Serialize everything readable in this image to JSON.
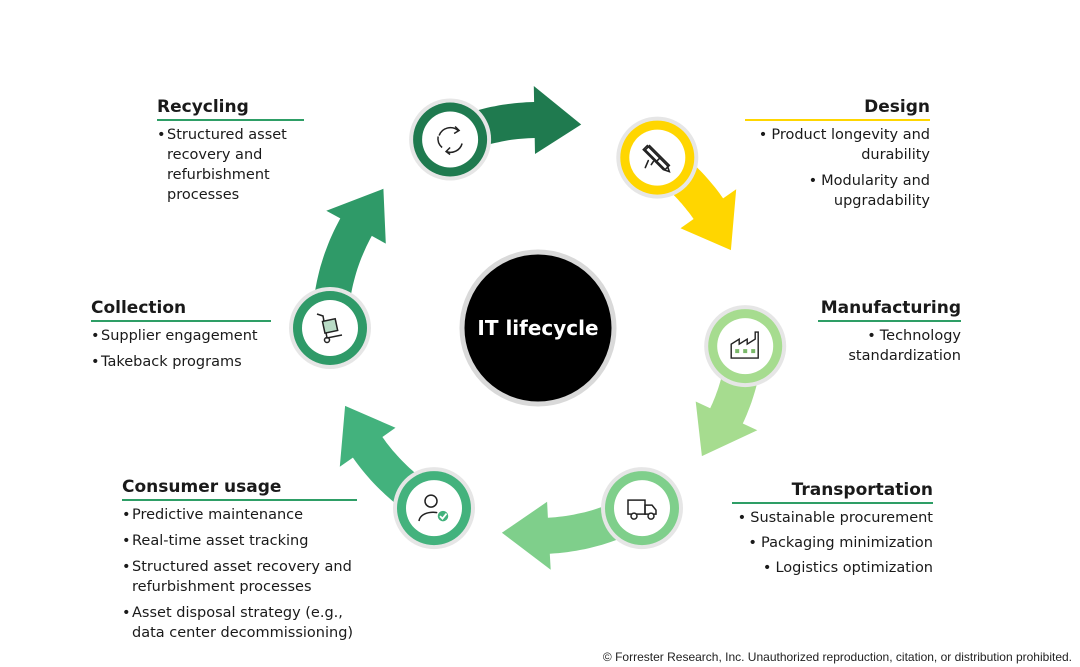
{
  "center_title": "IT lifecycle",
  "colors": {
    "design": "#ffd600",
    "manufacturing": "#a6dc8f",
    "transportation": "#7fcf8b",
    "consumer": "#43b27d",
    "collection": "#2f9a68",
    "recycling": "#1f7a4f",
    "center": "#000000"
  },
  "stages": [
    {
      "id": "design",
      "title": "Design",
      "icon": "pencil-ruler-icon",
      "bullets": [
        "Product longevity and durability",
        "Modularity and upgradability"
      ]
    },
    {
      "id": "manufacturing",
      "title": "Manufacturing",
      "icon": "factory-icon",
      "bullets": [
        "Technology standardization"
      ]
    },
    {
      "id": "transportation",
      "title": "Transportation",
      "icon": "truck-icon",
      "bullets": [
        "Sustainable procurement",
        "Packaging minimization",
        "Logistics optimization"
      ]
    },
    {
      "id": "consumer",
      "title": "Consumer usage",
      "icon": "user-check-icon",
      "bullets": [
        "Predictive maintenance",
        "Real-time asset tracking",
        "Structured asset recovery and refurbishment processes",
        "Asset disposal strategy (e.g., data center decommissioning)"
      ]
    },
    {
      "id": "collection",
      "title": "Collection",
      "icon": "hand-truck-icon",
      "bullets": [
        "Supplier engagement",
        "Takeback programs"
      ]
    },
    {
      "id": "recycling",
      "title": "Recycling",
      "icon": "recycle-icon",
      "bullets": [
        "Structured asset recovery and refurbishment processes"
      ]
    }
  ],
  "footer": "© Forrester Research, Inc. Unauthorized reproduction, citation, or distribution prohibited."
}
